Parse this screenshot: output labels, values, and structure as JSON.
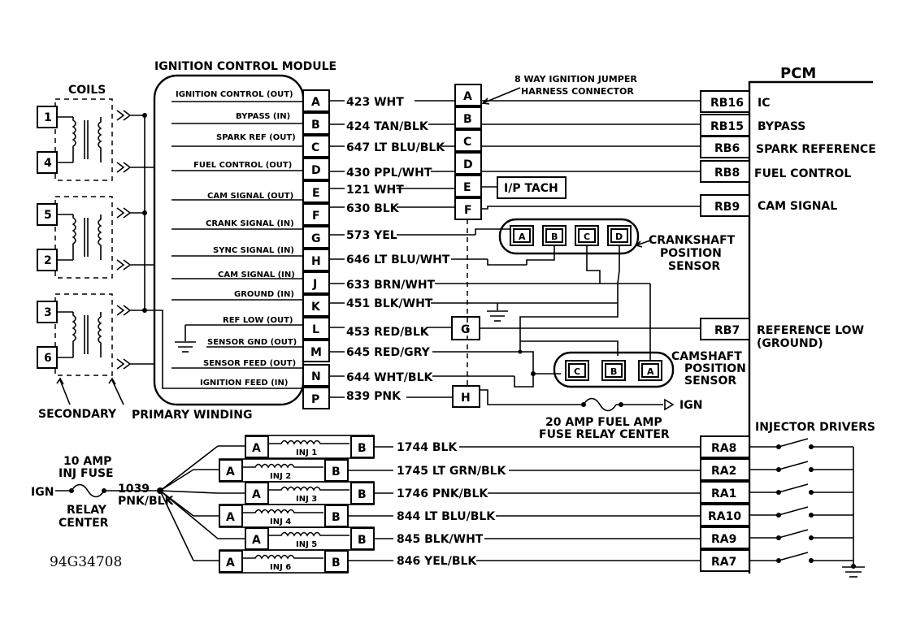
{
  "icm": {
    "title": "IGNITION CONTROL MODULE",
    "pins": [
      {
        "signal": "IGNITION CONTROL (OUT)",
        "letter": "A",
        "wire": "423 WHT"
      },
      {
        "signal": "BYPASS (IN)",
        "letter": "B",
        "wire": "424 TAN/BLK"
      },
      {
        "signal": "SPARK REF (OUT)",
        "letter": "C",
        "wire": "647 LT BLU/BLK"
      },
      {
        "signal": "FUEL CONTROL (OUT)",
        "letter": "D",
        "wire": "430 PPL/WHT"
      },
      {
        "signal": "CAM SIGNAL (OUT)",
        "letter": "E",
        "wire": "121 WHT"
      },
      {
        "signal": "CRANK SIGNAL (IN)",
        "letter": "F",
        "wire": "630 BLK"
      },
      {
        "signal": "SYNC SIGNAL (IN)",
        "letter": "G",
        "wire": "573 YEL"
      },
      {
        "signal": "CAM SIGNAL (IN)",
        "letter": "H",
        "wire": "646 LT BLU/WHT"
      },
      {
        "signal": "GROUND (IN)",
        "letter": "J",
        "wire": "633 BRN/WHT"
      },
      {
        "signal": "REF LOW (OUT)",
        "letter": "K",
        "wire": "451 BLK/WHT"
      },
      {
        "signal": "SENSOR GND (OUT)",
        "letter": "L",
        "wire": "453 RED/BLK"
      },
      {
        "signal": "SENSOR FEED (OUT)",
        "letter": "M",
        "wire": "645 RED/GRY"
      },
      {
        "signal": "IGNITION FEED (IN)",
        "letter": "N",
        "wire": "644 WHT/BLK"
      },
      {
        "signal": "",
        "letter": "P",
        "wire": "839 PNK"
      }
    ]
  },
  "coils": {
    "title": "COILS",
    "numbers": [
      "1",
      "4",
      "5",
      "2",
      "3",
      "6"
    ],
    "secondary_label": "SECONDARY",
    "primary_label": "PRIMARY WINDING"
  },
  "jumper": {
    "title_line1": "8 WAY IGNITION JUMPER",
    "title_line2": "HARNESS CONNECTOR",
    "pins": [
      "A",
      "B",
      "C",
      "D",
      "E",
      "F"
    ],
    "g_pin": "G",
    "h_pin": "H",
    "ip_tach": "I/P TACH"
  },
  "pcm": {
    "title": "PCM",
    "pins": [
      {
        "code": "RB16",
        "label": "IC"
      },
      {
        "code": "RB15",
        "label": "BYPASS"
      },
      {
        "code": "RB6",
        "label": "SPARK REFERENCE"
      },
      {
        "code": "RB8",
        "label": "FUEL CONTROL"
      },
      {
        "code": "RB9",
        "label": "CAM SIGNAL"
      },
      {
        "code": "RB7",
        "label": "REFERENCE LOW"
      }
    ],
    "ref_low_sub": "(GROUND)",
    "injector_drivers": "INJECTOR DRIVERS",
    "injector_pins": [
      "RA8",
      "RA2",
      "RA1",
      "RA10",
      "RA9",
      "RA7"
    ]
  },
  "crank_sensor": {
    "title_line1": "CRANKSHAFT",
    "title_line2": "POSITION",
    "title_line3": "SENSOR",
    "pins": [
      "A",
      "B",
      "C",
      "D"
    ]
  },
  "cam_sensor": {
    "title_line1": "CAMSHAFT",
    "title_line2": "POSITION",
    "title_line3": "SENSOR",
    "pins": [
      "C",
      "B",
      "A"
    ]
  },
  "fuse_relay": {
    "ign": "IGN",
    "line1": "20 AMP FUEL AMP",
    "line2": "FUSE RELAY CENTER"
  },
  "injectors": {
    "fuse_line1": "10 AMP",
    "fuse_line2": "INJ FUSE",
    "ign": "IGN",
    "relay_line1": "RELAY",
    "relay_line2": "CENTER",
    "feed_line1": "1039",
    "feed_line2": "PNK/BLK",
    "items": [
      {
        "a": "A",
        "name": "INJ 1",
        "b": "B",
        "wire": "1744 BLK"
      },
      {
        "a": "A",
        "name": "INJ 2",
        "b": "B",
        "wire": "1745  LT GRN/BLK"
      },
      {
        "a": "A",
        "name": "INJ 3",
        "b": "B",
        "wire": "1746 PNK/BLK"
      },
      {
        "a": "A",
        "name": "INJ 4",
        "b": "B",
        "wire": "844 LT BLU/BLK"
      },
      {
        "a": "A",
        "name": "INJ 5",
        "b": "B",
        "wire": "845 BLK/WHT"
      },
      {
        "a": "A",
        "name": "INJ 6",
        "b": "B",
        "wire": "846 YEL/BLK"
      }
    ]
  },
  "figure_id": "94G34708"
}
